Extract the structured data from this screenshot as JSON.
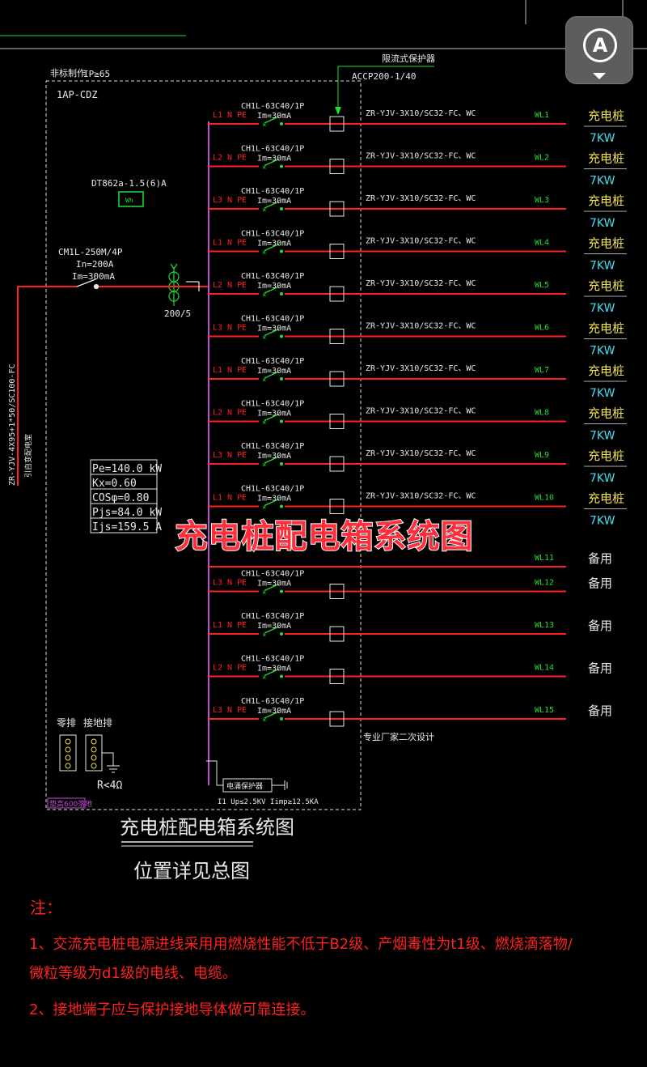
{
  "header": {
    "non_standard": "非标制作",
    "ip": "IP≥65",
    "panel_id": "1AP-CDZ",
    "limiter_label": "限流式保护器",
    "limiter_model": "ACCP200-1/40"
  },
  "meter": {
    "model": "DT862a-1.5(6)A",
    "symbol": "Wh"
  },
  "main_breaker": {
    "model": "CM1L-250M/4P",
    "in": "In=200A",
    "im": "Im=300mA"
  },
  "ct": "200/5",
  "incoming_cable": "ZR-YJV-4X95+1*50/SC100-FC",
  "incoming_note": "引自变配电室",
  "calc": [
    "Pe=140.0 kW",
    "Kx=0.60",
    "COSφ=0.80",
    "Pjs=84.0 kW",
    "Ijs=159.5 A"
  ],
  "circuits": [
    {
      "phase": "L1 N PE",
      "breaker": "CH1L-63C40/1P",
      "im": "Im=30mA",
      "cable": "ZR-YJV-3X10/SC32-FC、WC",
      "wl": "WL1",
      "load": "充电桩",
      "power": "7KW"
    },
    {
      "phase": "L2 N PE",
      "breaker": "CH1L-63C40/1P",
      "im": "Im=30mA",
      "cable": "ZR-YJV-3X10/SC32-FC、WC",
      "wl": "WL2",
      "load": "充电桩",
      "power": "7KW"
    },
    {
      "phase": "L3 N PE",
      "breaker": "CH1L-63C40/1P",
      "im": "Im=30mA",
      "cable": "ZR-YJV-3X10/SC32-FC、WC",
      "wl": "WL3",
      "load": "充电桩",
      "power": "7KW"
    },
    {
      "phase": "L1 N PE",
      "breaker": "CH1L-63C40/1P",
      "im": "Im=30mA",
      "cable": "ZR-YJV-3X10/SC32-FC、WC",
      "wl": "WL4",
      "load": "充电桩",
      "power": "7KW"
    },
    {
      "phase": "L2 N PE",
      "breaker": "CH1L-63C40/1P",
      "im": "Im=30mA",
      "cable": "ZR-YJV-3X10/SC32-FC、WC",
      "wl": "WL5",
      "load": "充电桩",
      "power": "7KW"
    },
    {
      "phase": "L3 N PE",
      "breaker": "CH1L-63C40/1P",
      "im": "Im=30mA",
      "cable": "ZR-YJV-3X10/SC32-FC、WC",
      "wl": "WL6",
      "load": "充电桩",
      "power": "7KW"
    },
    {
      "phase": "L1 N PE",
      "breaker": "CH1L-63C40/1P",
      "im": "Im=30mA",
      "cable": "ZR-YJV-3X10/SC32-FC、WC",
      "wl": "WL7",
      "load": "充电桩",
      "power": "7KW"
    },
    {
      "phase": "L2 N PE",
      "breaker": "CH1L-63C40/1P",
      "im": "Im=30mA",
      "cable": "ZR-YJV-3X10/SC32-FC、WC",
      "wl": "WL8",
      "load": "充电桩",
      "power": "7KW"
    },
    {
      "phase": "L3 N PE",
      "breaker": "CH1L-63C40/1P",
      "im": "Im=30mA",
      "cable": "ZR-YJV-3X10/SC32-FC、WC",
      "wl": "WL9",
      "load": "充电桩",
      "power": "7KW"
    },
    {
      "phase": "L1 N PE",
      "breaker": "CH1L-63C40/1P",
      "im": "Im=30mA",
      "cable": "ZR-YJV-3X10/SC32-FC、WC",
      "wl": "WL10",
      "load": "充电桩",
      "power": "7KW"
    },
    {
      "phase": "",
      "breaker": "",
      "im": "",
      "cable": "",
      "wl": "WL11",
      "load": "备用",
      "power": ""
    },
    {
      "phase": "L3 N PE",
      "breaker": "CH1L-63C40/1P",
      "im": "Im=30mA",
      "cable": "",
      "wl": "WL12",
      "load": "备用",
      "power": ""
    },
    {
      "phase": "L1 N PE",
      "breaker": "CH1L-63C40/1P",
      "im": "Im=30mA",
      "cable": "",
      "wl": "WL13",
      "load": "备用",
      "power": ""
    },
    {
      "phase": "L2 N PE",
      "breaker": "CH1L-63C40/1P",
      "im": "Im=30mA",
      "cable": "",
      "wl": "WL14",
      "load": "备用",
      "power": ""
    },
    {
      "phase": "L3 N PE",
      "breaker": "CH1L-63C40/1P",
      "im": "Im=30mA",
      "cable": "",
      "wl": "WL15",
      "load": "备用",
      "power": ""
    }
  ],
  "vendor_note": "专业厂家二次设计",
  "neutral_bar": "零排",
  "ground_bar": "接地排",
  "ground_r": "R<4Ω",
  "base_note": "垫高600落地",
  "spd_label": "电涌保护器",
  "spd_spec": "I1 Up≤2.5KV Iimp≥12.5KA",
  "diagram_title": "充电桩配电箱系统图",
  "location_note": "位置详见总图",
  "overlay_title": "充电桩配电箱系统图",
  "notes": {
    "heading": "注：",
    "item1_line1": "1、交流充电桩电源进线采用用燃烧性能不低于B2级、产烟毒性为t1级、燃烧滴落物/",
    "item1_line2": "微粒等级为d1级的电线、电缆。",
    "item2": "2、接地端子应与保护接地导体做可靠连接。"
  },
  "colors": {
    "red": "#ff2020",
    "green": "#22dd33",
    "white": "#e8e8e8",
    "cyan": "#44ddee",
    "yellow": "#f0e050",
    "magenta": "#c050d0",
    "orange": "#ff9a50"
  },
  "icons": {
    "app_button": "accessibility-a-icon"
  }
}
